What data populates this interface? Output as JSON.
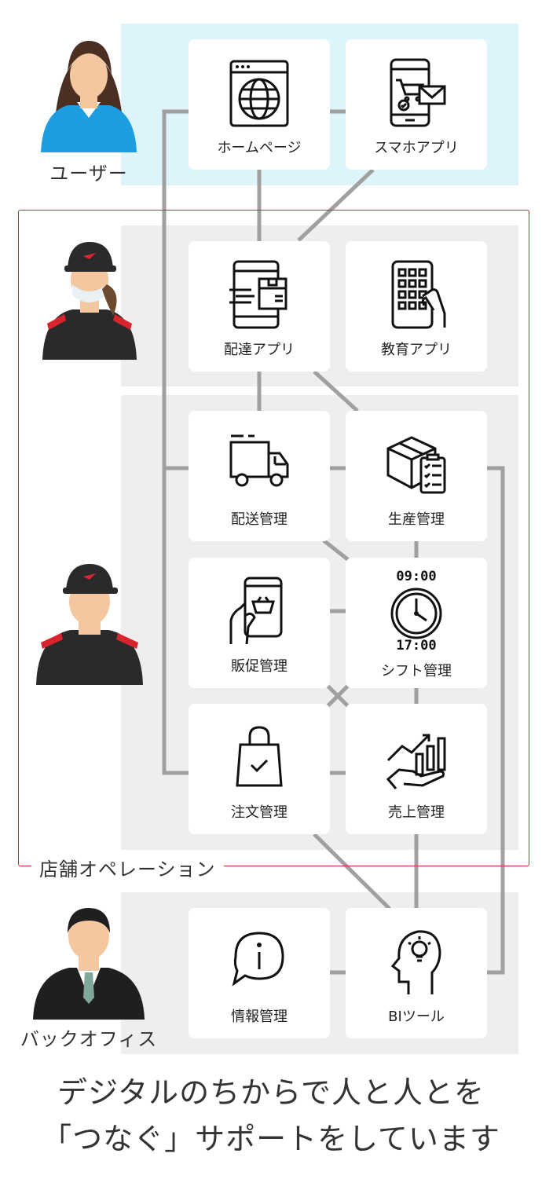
{
  "roles": {
    "user": "ユーザー",
    "back_office": "バックオフィス"
  },
  "operations_label": "店舗オペレーション",
  "cards": {
    "homepage": "ホームページ",
    "smartphone_app": "スマホアプリ",
    "delivery_app": "配達アプリ",
    "education_app": "教育アプリ",
    "shipping_mgmt": "配送管理",
    "production_mgmt": "生産管理",
    "sales_promo_mgmt": "販促管理",
    "shift_mgmt": "シフト管理",
    "order_mgmt": "注文管理",
    "revenue_mgmt": "売上管理",
    "info_mgmt": "情報管理",
    "bi_tool": "BIツール"
  },
  "clock": {
    "start": "09:00",
    "end": "17:00"
  },
  "tagline": {
    "line1": "デジタルのちからで人と人とを",
    "line2": "「つなぐ」サポートをしています"
  },
  "colors": {
    "user_band": "#ddf4fb",
    "gray_band": "#eeeeee",
    "frame_red": "#c9252d",
    "connector": "#a0a0a0"
  },
  "icons": {
    "homepage": "globe-browser-icon",
    "smartphone_app": "phone-cart-mail-icon",
    "delivery_app": "tablet-package-icon",
    "education_app": "phone-keypad-icon",
    "shipping_mgmt": "truck-icon",
    "production_mgmt": "box-checklist-icon",
    "sales_promo_mgmt": "hand-phone-basket-icon",
    "shift_mgmt": "clock-icon",
    "order_mgmt": "shopping-bag-check-icon",
    "revenue_mgmt": "hand-growth-chart-icon",
    "info_mgmt": "info-bubble-icon",
    "bi_tool": "head-lightbulb-icon"
  }
}
